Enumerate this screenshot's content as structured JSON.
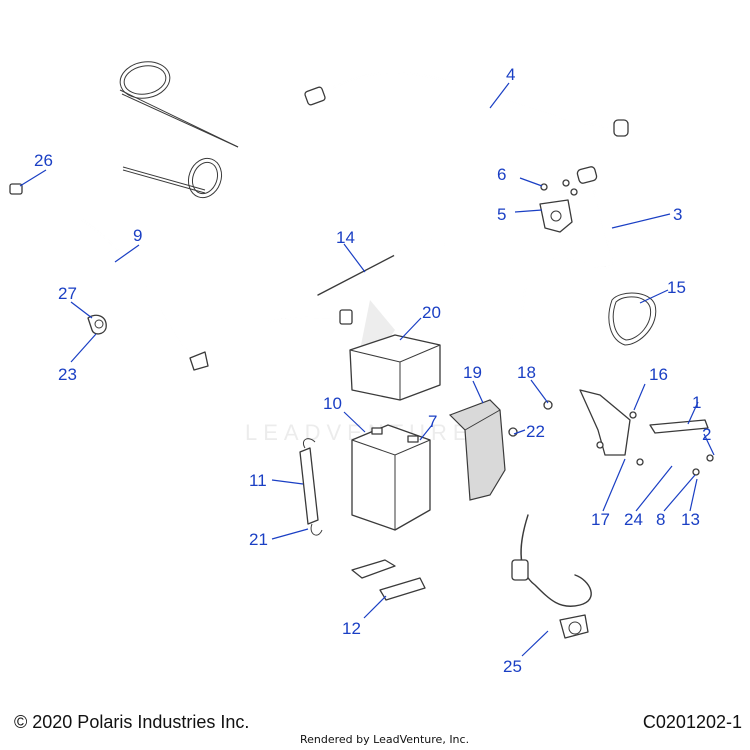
{
  "callouts": [
    "1",
    "2",
    "3",
    "4",
    "5",
    "6",
    "7",
    "8",
    "9",
    "10",
    "11",
    "12",
    "13",
    "14",
    "15",
    "16",
    "17",
    "18",
    "19",
    "20",
    "21",
    "22",
    "23",
    "24",
    "25",
    "26",
    "27"
  ],
  "watermark": "LEADVENTURE",
  "footer": {
    "copyright": "© 2020 Polaris Industries Inc.",
    "rendered_by": "Rendered by LeadVenture, Inc.",
    "diagram_id": "C0201202-1"
  }
}
